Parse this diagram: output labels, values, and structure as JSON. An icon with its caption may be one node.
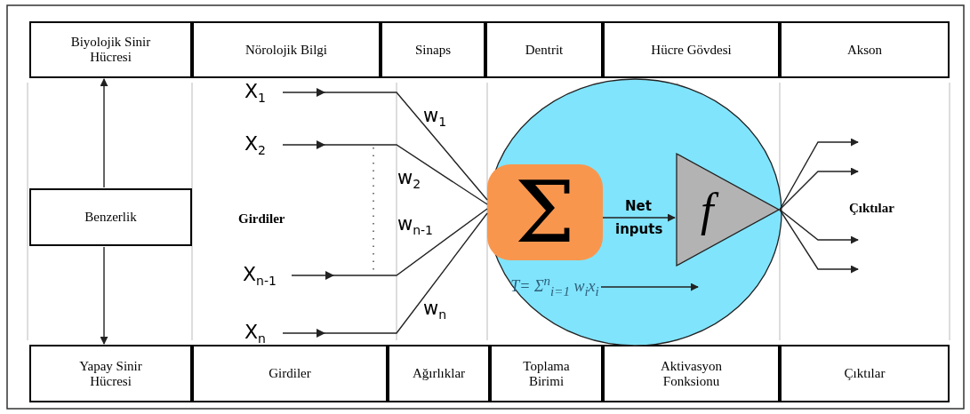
{
  "diagram": {
    "nodes": [
      {
        "text": [
          "Biyolojik Sinir Hücresi"
        ]
      },
      {
        "text": [
          "Nörolojik Bilgi"
        ]
      },
      {
        "text": [
          "Sinaps"
        ]
      },
      {
        "text": [
          "Dentrit"
        ]
      },
      {
        "text": [
          "Hücre Gövdesi"
        ]
      },
      {
        "text": [
          "Akson"
        ]
      },
      {
        "text": [
          "Benzerlik"
        ]
      },
      {
        "text": [
          "X$_{1}$"
        ]
      },
      {
        "text": [
          "X$_{2}$"
        ]
      },
      {
        "text": [
          "X$_{n-1}$"
        ]
      },
      {
        "text": [
          "X$_{n}$"
        ]
      },
      {
        "text": [],
        "shape": "circle"
      },
      {
        "text": [
          "Σ"
        ],
        "in": 11
      },
      {
        "text": [
          "f"
        ],
        "in": 11
      },
      {
        "text": [
          "T= Σ$^{n}$$_{i=1}$ w$_{i}$x$_{i}$"
        ],
        "in": 11
      },
      {
        "text": [
          "Yapay Sinir Hücresi"
        ]
      },
      {
        "text": [
          "Girdiler"
        ]
      },
      {
        "text": [
          "Ağırlıklar"
        ]
      },
      {
        "text": [
          "Toplama Birimi"
        ]
      },
      {
        "text": [
          "Aktivasyon Fonksionu"
        ]
      },
      {
        "text": [
          "Çıktılar"
        ]
      }
    ],
    "edges": [
      {
        "from": 6,
        "to": 0,
        "arrow": "to"
      },
      {
        "from": 6,
        "to": 15,
        "arrow": "to"
      },
      {
        "from": 7,
        "to": 12,
        "arrow": "to",
        "label": "w$_{1}$"
      },
      {
        "from": 8,
        "to": 12,
        "arrow": "to",
        "label": "w$_{2}$"
      },
      {
        "from": 9,
        "to": 12,
        "arrow": "to",
        "label": "w$_{n-1}$"
      },
      {
        "from": 10,
        "to": 12,
        "arrow": "to",
        "label": "w$_{n}$"
      },
      {
        "from": 12,
        "to": 13,
        "arrow": "to",
        "label": "Net inputs"
      },
      {
        "from": 14,
        "to": null,
        "arrow": "to"
      },
      {
        "from": 13,
        "to": null,
        "arrow": "to"
      },
      {
        "from": 13,
        "to": null,
        "arrow": "to"
      },
      {
        "from": 13,
        "to": null,
        "arrow": "to"
      },
      {
        "from": 13,
        "to": null,
        "arrow": "to"
      }
    ],
    "labels": [
      "Girdiler",
      "Çıktılar"
    ]
  }
}
